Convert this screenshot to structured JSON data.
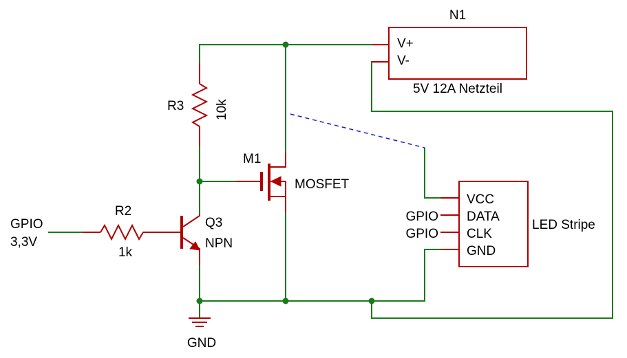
{
  "components": {
    "power_supply": {
      "ref": "N1",
      "pin_plus": "V+",
      "pin_minus": "V-",
      "description": "5V 12A Netzteil"
    },
    "r3": {
      "ref": "R3",
      "value": "10k"
    },
    "r2": {
      "ref": "R2",
      "value": "1k"
    },
    "mosfet": {
      "ref": "M1",
      "description": "MOSFET"
    },
    "transistor": {
      "ref": "Q3",
      "description": "NPN"
    },
    "led_stripe": {
      "pins": [
        "VCC",
        "DATA",
        "CLK",
        "GND"
      ],
      "description": "LED Stripe"
    }
  },
  "ports": {
    "gpio_input_line1": "GPIO",
    "gpio_input_line2": "3,3V",
    "data_gpio": "GPIO",
    "clk_gpio": "GPIO",
    "ground": "GND"
  },
  "colors": {
    "wire": "#1a7a1a",
    "component": "#b00000",
    "dashed_link": "#1f1fc0"
  }
}
